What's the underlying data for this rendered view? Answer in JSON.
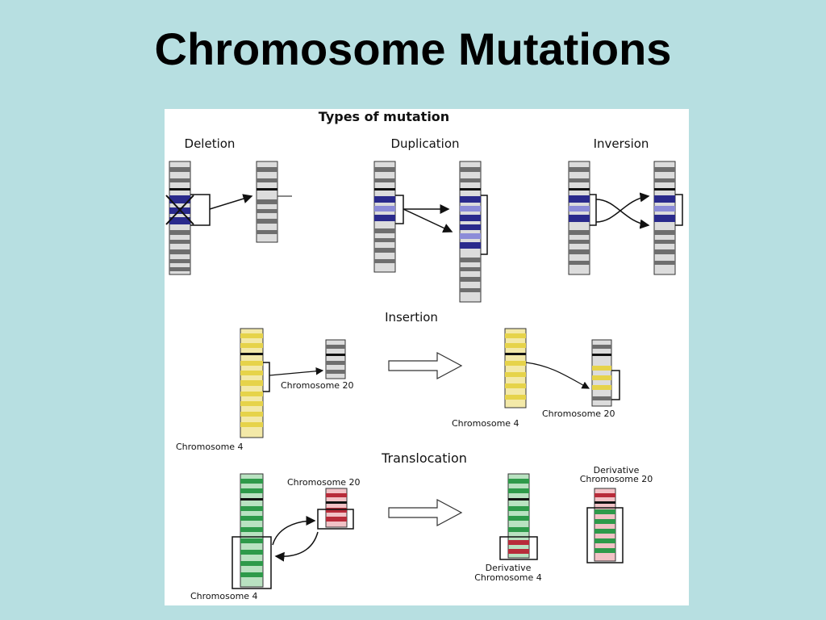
{
  "slide": {
    "title": "Chromosome Mutations"
  },
  "figure": {
    "heading": "Types of mutation",
    "sections": {
      "deletion": "Deletion",
      "duplication": "Duplication",
      "inversion": "Inversion",
      "insertion": "Insertion",
      "translocation": "Translocation"
    },
    "labels": {
      "insertion_chr4": "Chromosome 4",
      "insertion_chr20": "Chromosome 20",
      "insertion_result_chr20": "Chromosome 20",
      "insertion_result_chr4": "Chromosome 4",
      "transloc_chr20": "Chromosome 20",
      "transloc_chr4": "Chromosome 4",
      "derivative_chr20_line1": "Derivative",
      "derivative_chr20_line2": "Chromosome 20",
      "derivative_chr4_line1": "Derivative",
      "derivative_chr4_line2": "Chromosome 4"
    }
  },
  "colors": {
    "background": "#b7dfe1",
    "gray_band": "#6e6e6e",
    "blue_band": "#2a2a8c",
    "yellow_band": "#e6d34a",
    "green_band": "#2e9a4a",
    "red_band": "#b82c3a"
  }
}
